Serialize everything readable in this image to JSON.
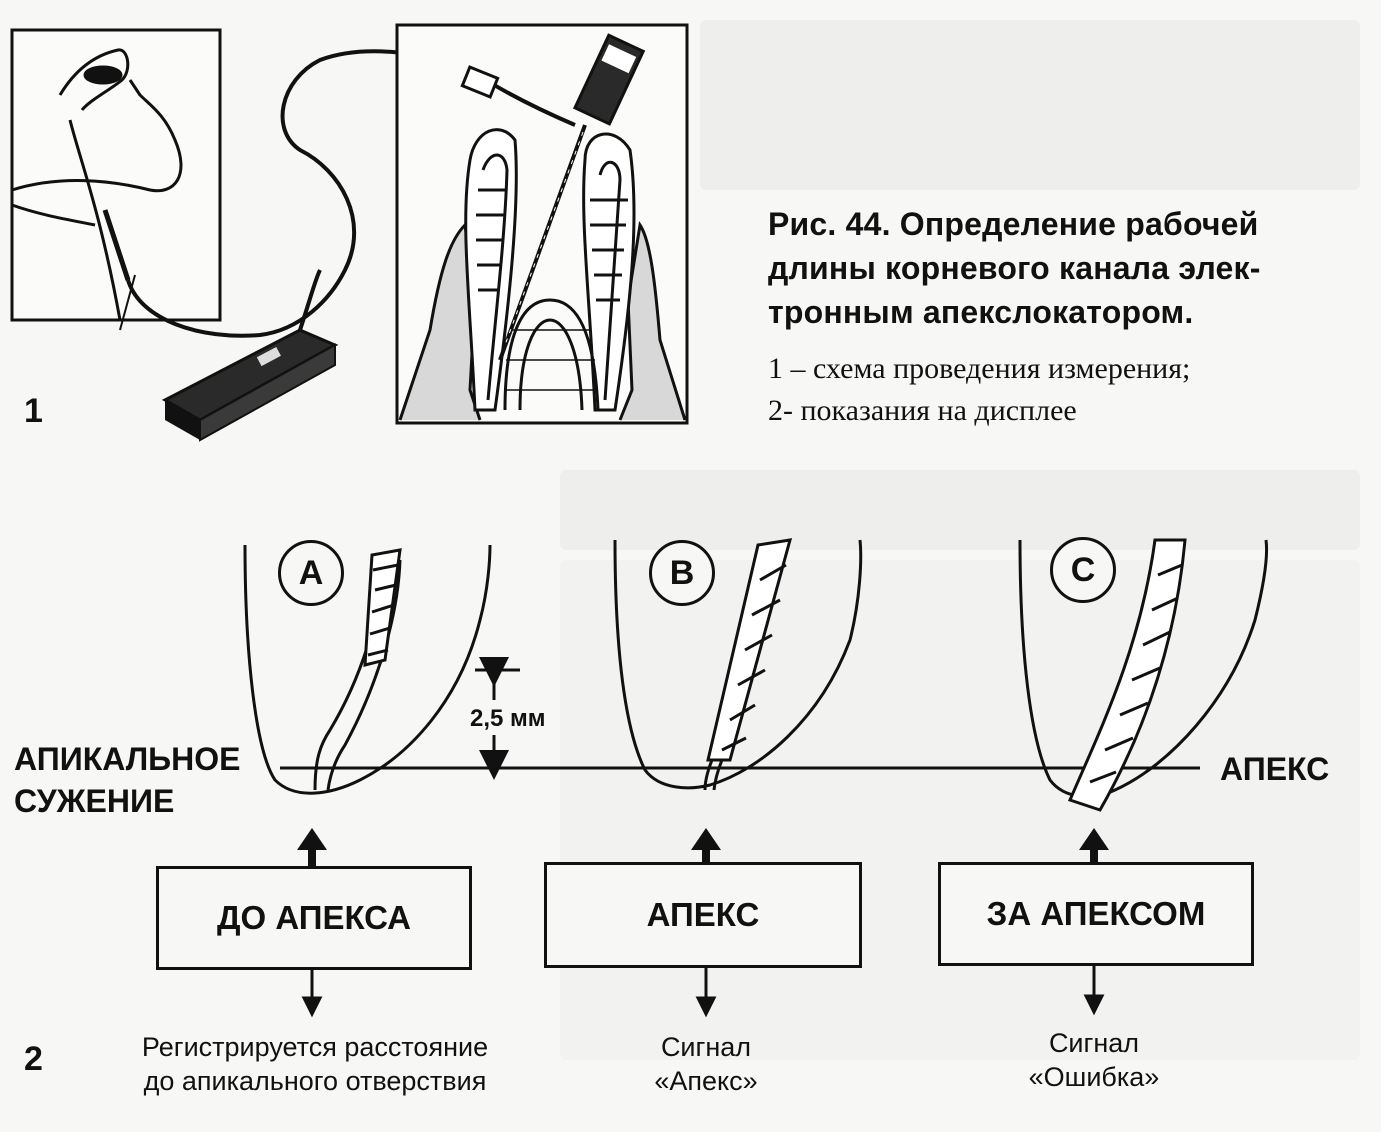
{
  "panel_labels": {
    "one": "1",
    "two": "2"
  },
  "caption": {
    "title_lines": [
      "Рис. 44. Определение рабочей",
      "длины корневого канала элек-",
      "тронным апекслокатором."
    ],
    "items": [
      "1 – схема проведения измерения;",
      "2- показания на дисплее"
    ]
  },
  "diagram": {
    "left_label_lines": [
      "АПИКАЛЬНОЕ",
      "СУЖЕНИЕ"
    ],
    "right_label": "АПЕКС",
    "dimension": "2,5 мм",
    "stages": [
      {
        "letter": "A",
        "box": "ДО АПЕКСА",
        "note_lines": [
          "Регистрируется расстояние",
          "до апикального отверствия"
        ]
      },
      {
        "letter": "B",
        "box": "АПЕКС",
        "note_lines": [
          "Сигнал",
          "«Апекс»"
        ]
      },
      {
        "letter": "C",
        "box": "ЗА АПЕКСОМ",
        "note_lines": [
          "Сигнал",
          "«Ошибка»"
        ]
      }
    ]
  },
  "icons": [
    "hand-illustration",
    "apex-locator-device",
    "tooth-cross-section",
    "endodontic-file"
  ],
  "colors": {
    "ink": "#111111",
    "paper": "#f7f7f5"
  }
}
